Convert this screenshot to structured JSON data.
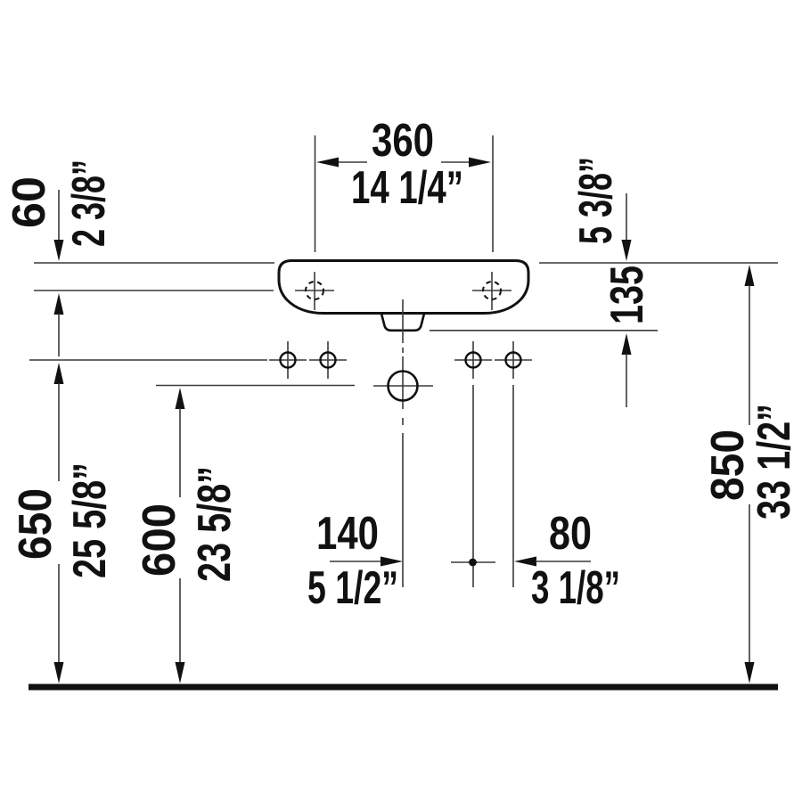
{
  "drawing": {
    "colors": {
      "line": "#111111",
      "background": "#ffffff"
    },
    "dims": {
      "faucet_spacing": {
        "mm": "360",
        "in": "14 1/4”"
      },
      "rim_to_faucet": {
        "mm": "60",
        "in": "2 3/8”"
      },
      "rim_to_outlet": {
        "mm": "135",
        "in": "5 3/8”"
      },
      "holes_height": {
        "mm": "650",
        "in": "25 5/8”"
      },
      "drain_height": {
        "mm": "600",
        "in": "23 5/8”"
      },
      "rim_height": {
        "mm": "850",
        "in": "33 1/2”"
      },
      "drain_offset": {
        "mm": "140",
        "in": "5 1/2”"
      },
      "supply_spacing": {
        "mm": "80",
        "in": "3 1/8”"
      }
    }
  }
}
